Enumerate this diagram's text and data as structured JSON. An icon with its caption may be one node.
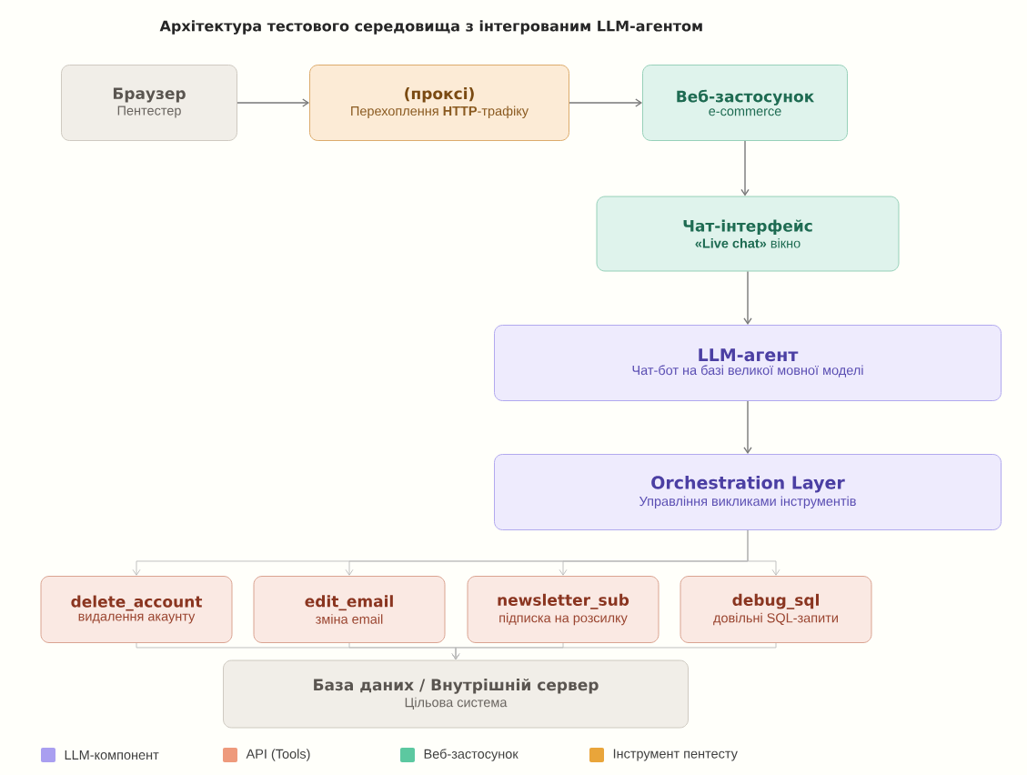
{
  "diagram": {
    "title": "Архітектура тестового середовища з інтегрованим **LLM**-агентом",
    "nodes": [
      {
        "text": [
          "Браузер",
          "Пентестер"
        ]
      },
      {
        "text": [
          "(проксі)",
          "Перехоплення **HTTP**-трафіку"
        ]
      },
      {
        "text": [
          "Веб-застосунок",
          "e-commerce"
        ]
      },
      {
        "text": [
          "Чат-інтерфейс",
          "**«Live chat»** вікно"
        ]
      },
      {
        "text": [
          "**LLM**-агент",
          "Чат-бот на базі великої мовної моделі"
        ]
      },
      {
        "text": [
          "Orchestration Layer",
          "Управління викликами інструментів"
        ]
      },
      {
        "text": [
          "delete_account",
          "видалення акаунту"
        ]
      },
      {
        "text": [
          "edit_email",
          "зміна email"
        ]
      },
      {
        "text": [
          "newsletter_sub",
          "підписка на розсилку"
        ]
      },
      {
        "text": [
          "debug_sql",
          "довільні SQL-запити"
        ]
      },
      {
        "text": [
          "База даних / Внутрішній сервер",
          "Цільова система"
        ]
      }
    ],
    "edges": [
      {
        "from": 0,
        "to": 1,
        "arrow": "to",
        "color": "#777777"
      },
      {
        "from": 1,
        "to": 2,
        "arrow": "to",
        "color": "#777777"
      },
      {
        "from": 2,
        "to": 3,
        "arrow": "to",
        "color": "#777777"
      },
      {
        "from": 3,
        "to": 4,
        "arrow": "to",
        "color": "#777777"
      },
      {
        "from": 4,
        "to": 5,
        "arrow": "to",
        "color": "#777777"
      },
      {
        "from": 5,
        "to": 6,
        "arrow": "to"
      },
      {
        "from": 5,
        "to": 7,
        "arrow": "to"
      },
      {
        "from": 5,
        "to": 8,
        "arrow": "to"
      },
      {
        "from": 5,
        "to": 9,
        "arrow": "to"
      },
      {
        "from": 6,
        "to": 10,
        "arrow": "to"
      },
      {
        "from": 7,
        "to": 10,
        "arrow": "to"
      },
      {
        "from": 8,
        "to": 10,
        "arrow": "to"
      },
      {
        "from": 9,
        "to": 10,
        "arrow": "to"
      }
    ],
    "legend": [
      {
        "text": "LLM-компонент",
        "color": "#a99ff0"
      },
      {
        "text": "API (Tools)",
        "color": "#ee9a7c"
      },
      {
        "text": "Веб-застосунок",
        "color": "#5cc8a0"
      },
      {
        "text": "Інструмент пентесту",
        "color": "#e9a53a"
      }
    ]
  }
}
